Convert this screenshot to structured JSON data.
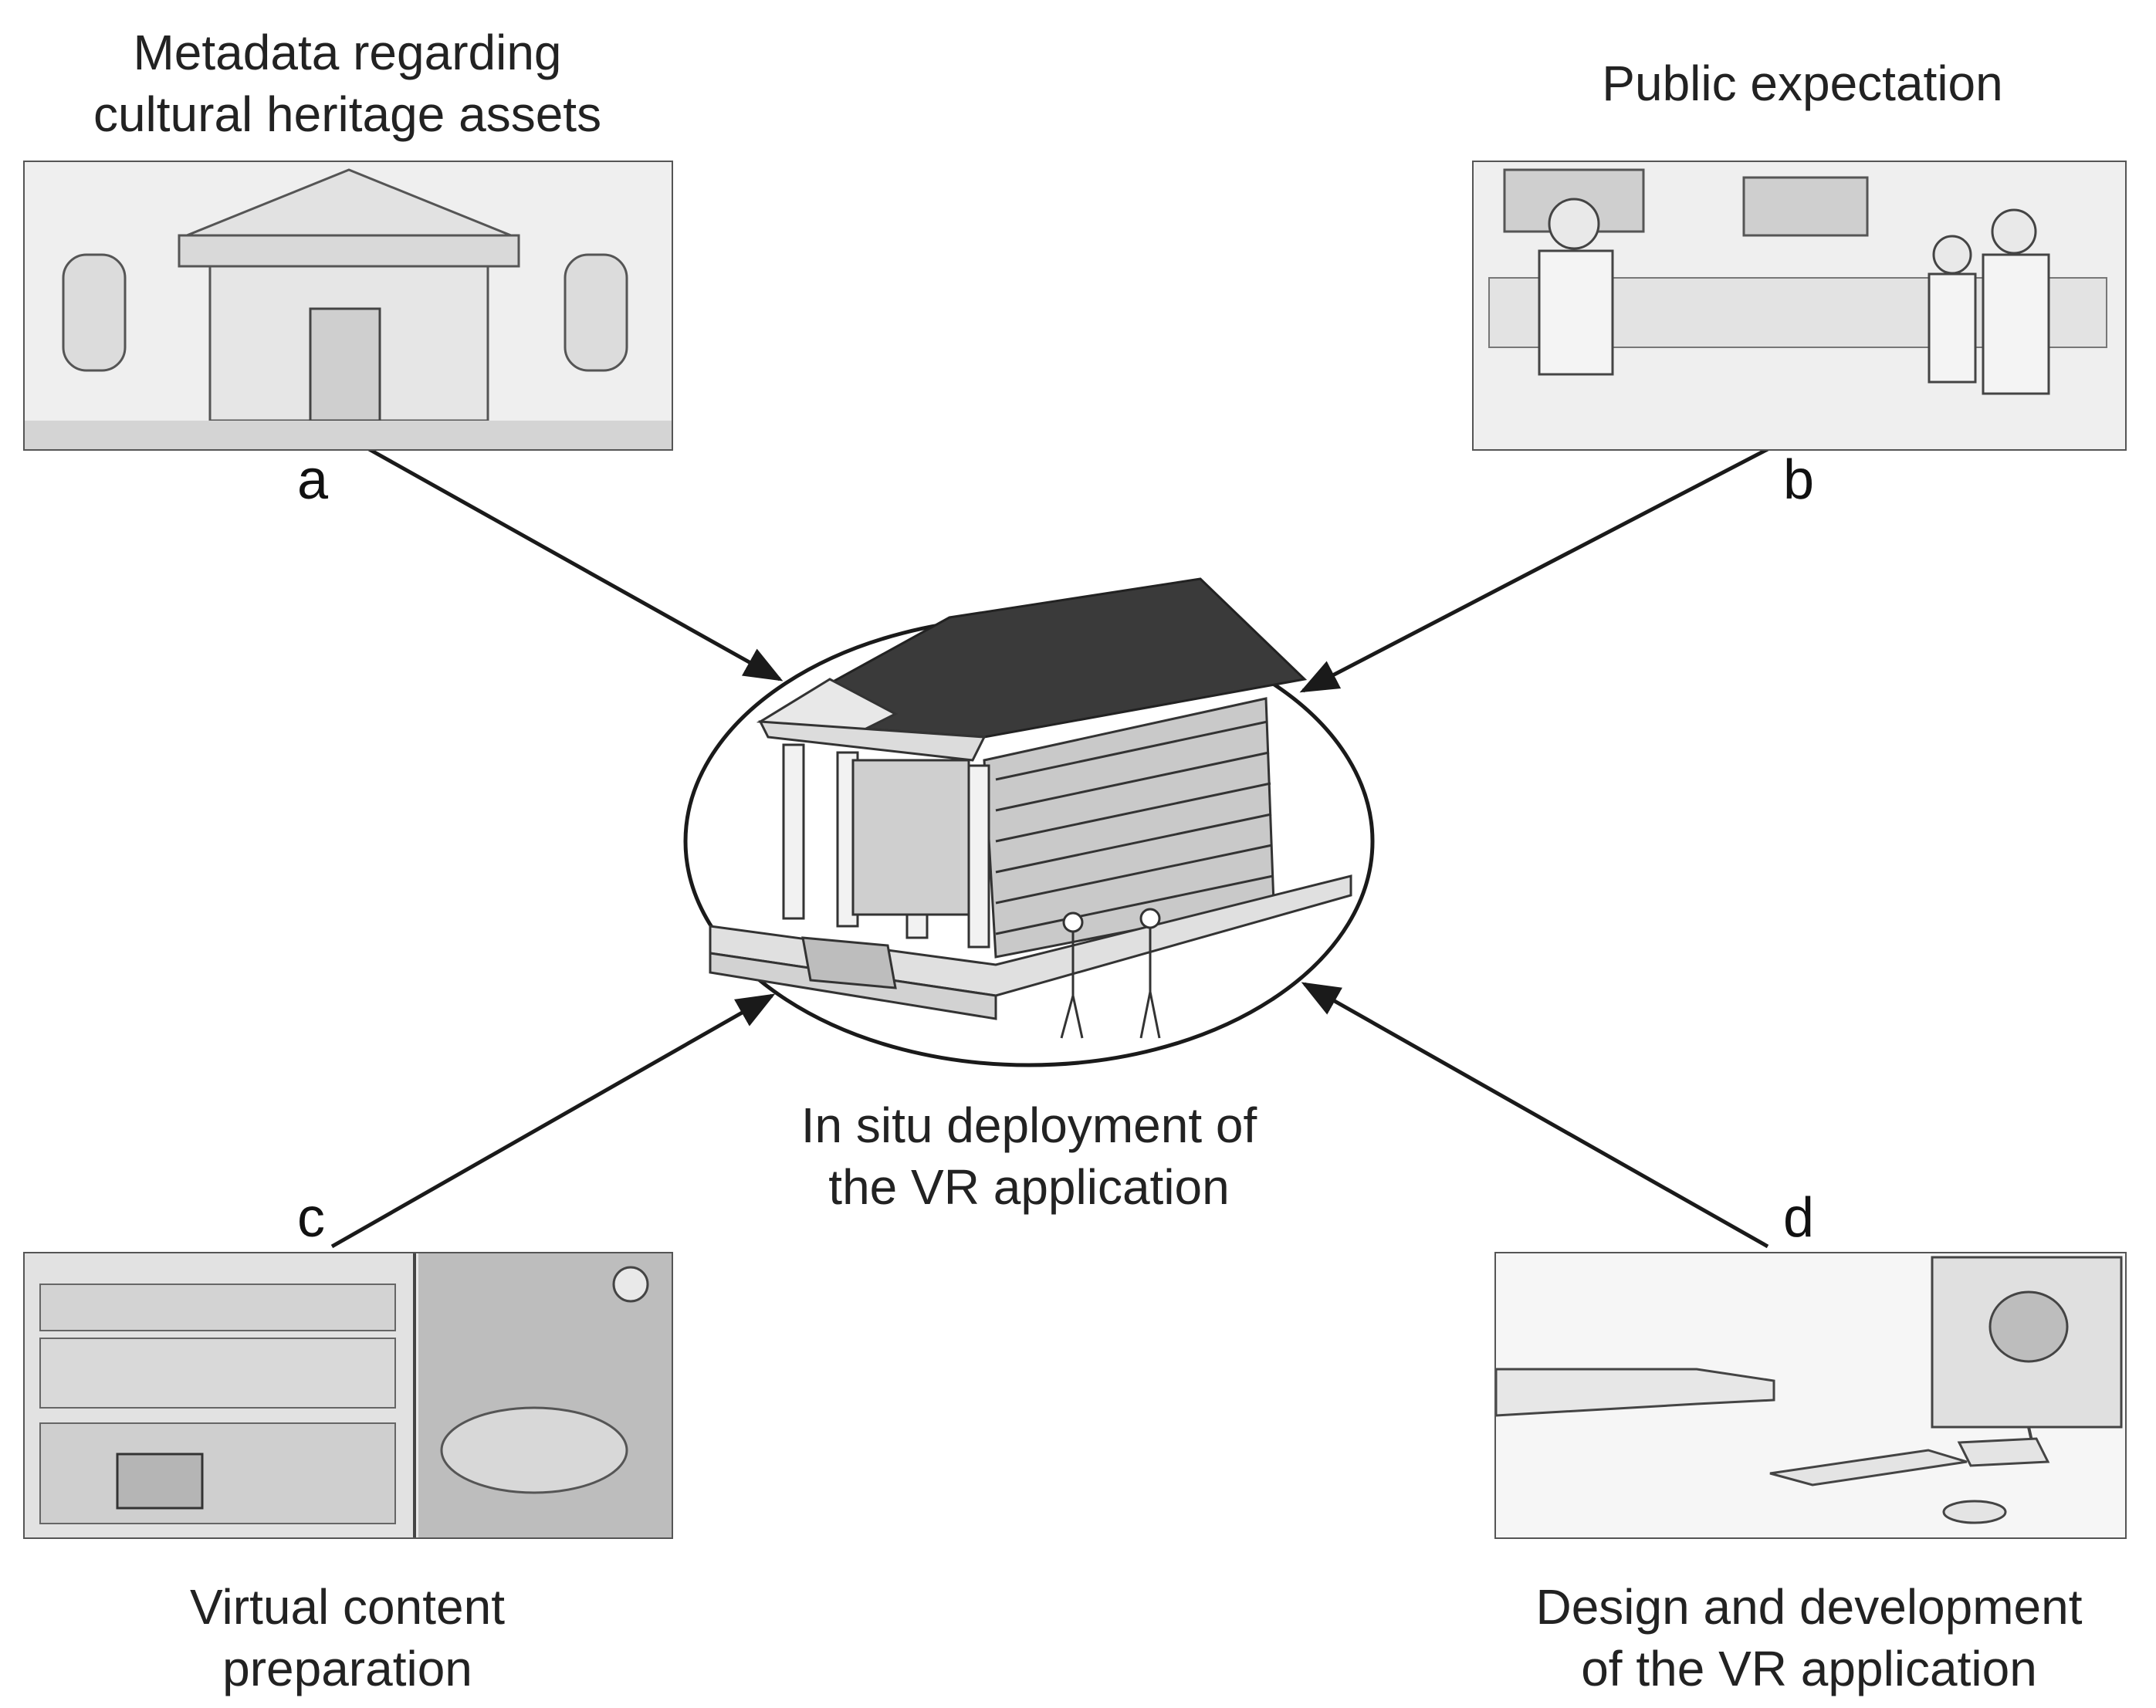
{
  "nodes": {
    "a": {
      "letter": "a",
      "caption_lines": [
        "Metadata regarding",
        "cultural heritage assets"
      ]
    },
    "b": {
      "letter": "b",
      "caption_lines": [
        "Public expectation"
      ]
    },
    "c": {
      "letter": "c",
      "caption_lines": [
        "Virtual content",
        "preparation"
      ]
    },
    "d": {
      "letter": "d",
      "caption_lines": [
        "Design and development",
        "of the VR application"
      ]
    },
    "center": {
      "caption_lines": [
        "In situ deployment of",
        "the VR application"
      ]
    }
  },
  "edges": [
    {
      "from": "a",
      "to": "center"
    },
    {
      "from": "b",
      "to": "center"
    },
    {
      "from": "c",
      "to": "center"
    },
    {
      "from": "d",
      "to": "center"
    }
  ],
  "colors": {
    "line": "#1a1a1a",
    "panel_bg": "#f4f4f4",
    "sketch": "#6b6b6b"
  }
}
